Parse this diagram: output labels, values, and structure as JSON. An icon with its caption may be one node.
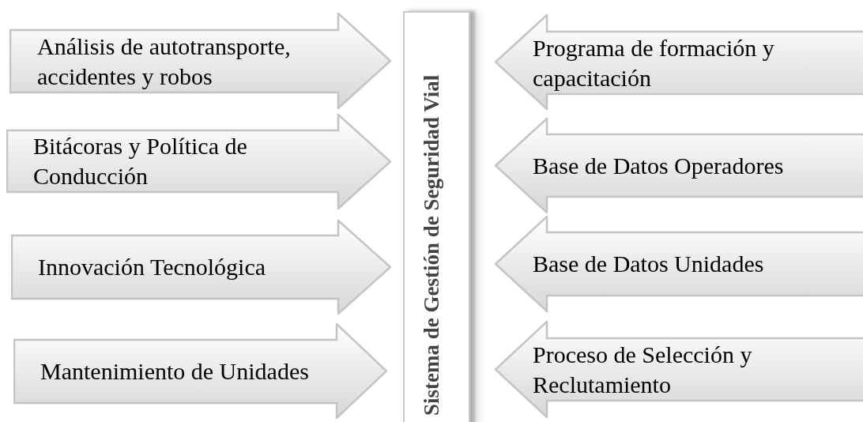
{
  "diagram": {
    "nodes": [
      {
        "text": [
          "Análisis de autotransporte, accidentes y robos"
        ]
      },
      {
        "text": [
          "Bitácoras y Política de Conducción"
        ]
      },
      {
        "text": [
          "Innovación Tecnológica"
        ]
      },
      {
        "text": [
          "Mantenimiento de Unidades"
        ]
      },
      {
        "text": [
          "Sistema de Gestión de Seguridad Vial"
        ]
      },
      {
        "text": [
          "Programa de formación y capacitación"
        ]
      },
      {
        "text": [
          "Base de Datos Operadores"
        ]
      },
      {
        "text": [
          "Base de Datos Unidades"
        ]
      },
      {
        "text": [
          "Proceso de Selección y Reclutamiento"
        ]
      }
    ]
  }
}
